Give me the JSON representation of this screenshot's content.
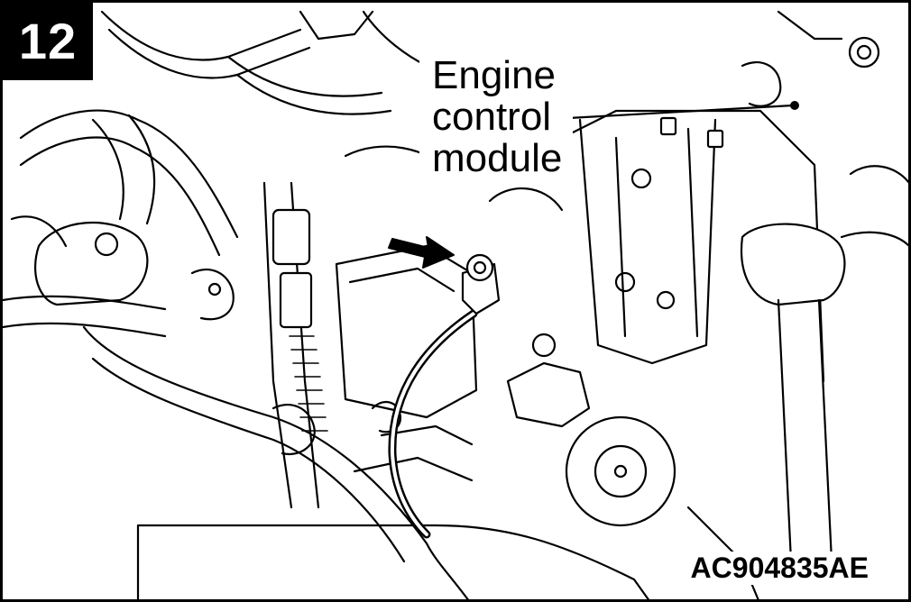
{
  "figure": {
    "step_number": "12",
    "callout": {
      "line1": "Engine",
      "line2": "control",
      "line3": "module"
    },
    "figure_id": "AC904835AE"
  },
  "colors": {
    "ink": "#000000",
    "paper": "#ffffff"
  },
  "icons": {
    "pointer": "arrow-right-down-icon",
    "leader_dot": "leader-dot-icon"
  }
}
